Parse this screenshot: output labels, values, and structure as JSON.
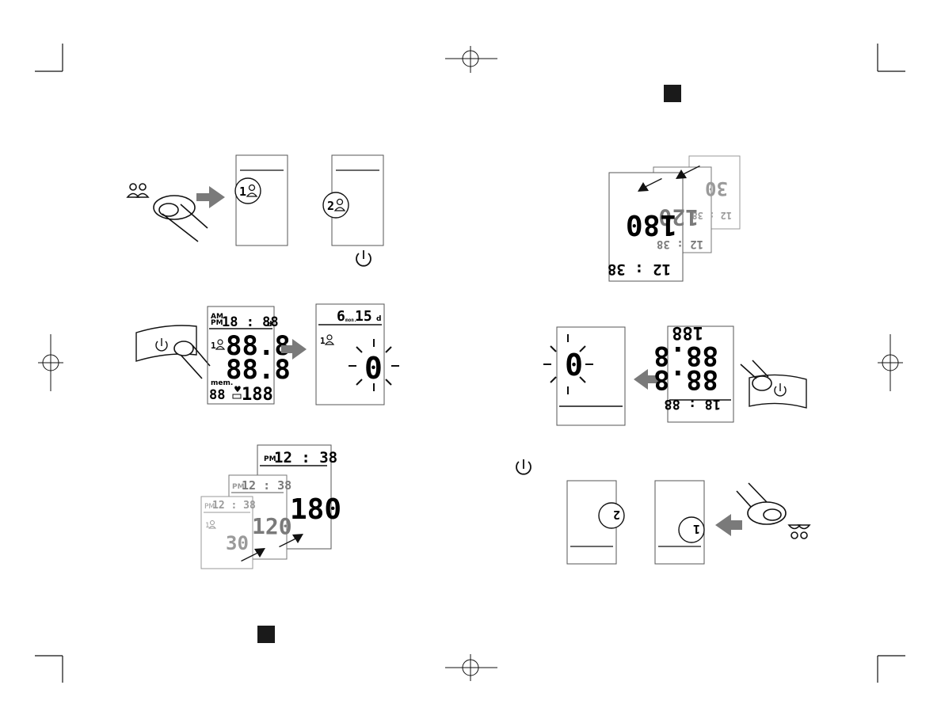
{
  "page_marks": {
    "left_page_number_box": "",
    "right_page_number_box": ""
  },
  "display_labels": {
    "am_pm": "AM\nPM",
    "am": "AM",
    "pm": "PM",
    "date_test": "18 : 88",
    "mon": "mon.",
    "day_unit": "d",
    "user1": "1",
    "user2": "2",
    "test_sys": "88.8",
    "test_dia": "88.8",
    "mem_label": "mem.",
    "mem_count": "88",
    "pulse_test": "188",
    "date_value_month": "6",
    "date_value_day": "15",
    "zero": "0",
    "time_value": "12 : 38",
    "reading_30": "30",
    "reading_120": "120",
    "reading_180": "180"
  }
}
